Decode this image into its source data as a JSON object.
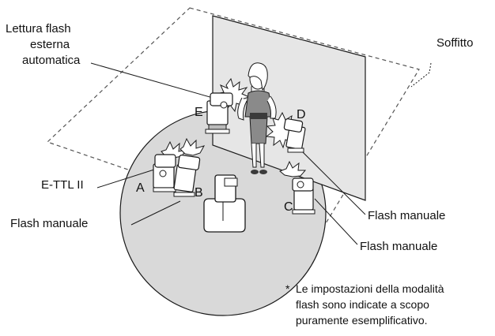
{
  "labels": {
    "external_flash_reading": [
      "Lettura flash",
      "esterna",
      "automatica"
    ],
    "ceiling": "Soffitto",
    "ettl": "E-TTL II",
    "manual_left": "Flash manuale",
    "manual_right_1": "Flash manuale",
    "manual_right_2": "Flash manuale"
  },
  "unit_letters": {
    "a": "A",
    "b": "B",
    "c": "C",
    "d": "D",
    "e": "E"
  },
  "footnote": {
    "marker": "*",
    "lines": [
      "Le impostazioni della modalità",
      "flash sono indicate a scopo",
      "puramente esemplificativo."
    ]
  },
  "colors": {
    "floor": "#d9d9d9",
    "backdrop": "#e6e6e6",
    "outline": "#1a1a1a",
    "dress": "#8a8a8a",
    "belt": "#3a3a3a"
  }
}
